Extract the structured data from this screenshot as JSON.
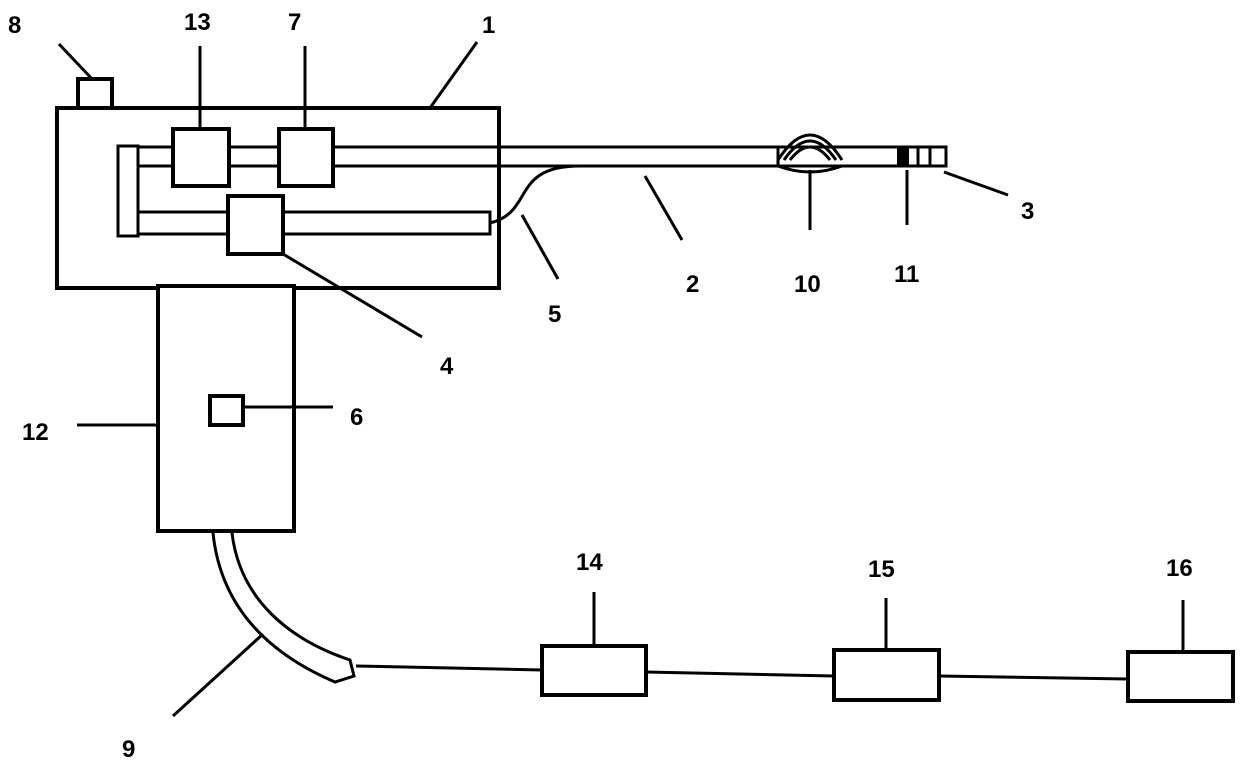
{
  "labels": {
    "l1": "1",
    "l2": "2",
    "l3": "3",
    "l4": "4",
    "l5": "5",
    "l6": "6",
    "l7": "7",
    "l8": "8",
    "l9": "9",
    "l10": "10",
    "l11": "11",
    "l12": "12",
    "l13": "13",
    "l14": "14",
    "l15": "15",
    "l16": "16"
  },
  "colors": {
    "line": "#000000",
    "background": "#ffffff"
  }
}
